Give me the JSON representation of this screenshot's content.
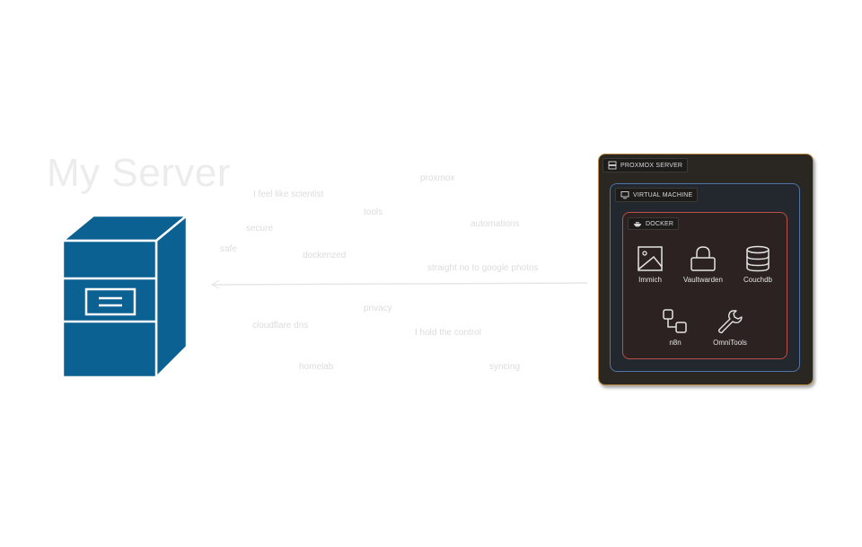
{
  "title": "My Server",
  "floating_words": [
    "proxmox",
    "I feel like scientist",
    "tools",
    "secure",
    "automations",
    "safe",
    "dockerized",
    "straight no to google photos",
    "privacy",
    "cloudflare dns",
    "I hold the control",
    "homelab",
    "syncing"
  ],
  "colors": {
    "server_blue": "#0b6191",
    "proxmox_border": "#b8893e",
    "vm_border": "#4e74a8",
    "docker_border": "#b9504a"
  },
  "proxmox": {
    "label": "PROXMOX SERVER",
    "icon": "server-rack-icon",
    "vm": {
      "label": "VIRTUAL MACHINE",
      "icon": "monitor-icon",
      "docker": {
        "label": "DOCKER",
        "icon": "docker-whale-icon",
        "apps": [
          {
            "name": "Immich",
            "icon": "image-icon"
          },
          {
            "name": "Vaultwarden",
            "icon": "lock-icon"
          },
          {
            "name": "Couchdb",
            "icon": "database-icon"
          },
          {
            "name": "n8n",
            "icon": "workflow-icon"
          },
          {
            "name": "OmniTools",
            "icon": "wrench-icon"
          }
        ]
      }
    }
  }
}
